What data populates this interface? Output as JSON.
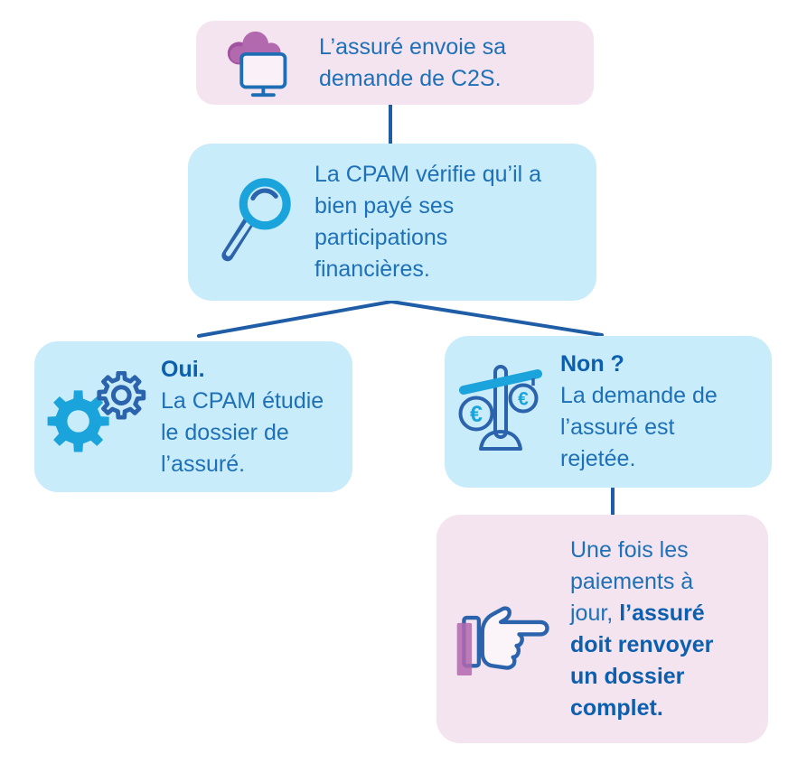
{
  "flow": {
    "nodes": [
      {
        "id": "send-request",
        "variant": "pink",
        "icon": "cloud-computer-icon",
        "label": "L’assuré envoie sa demande de C2S."
      },
      {
        "id": "cpam-verify",
        "variant": "blue",
        "icon": "magnifier-icon",
        "label": "La CPAM vérifie qu’il a bien payé ses participations financières."
      },
      {
        "id": "yes-branch",
        "variant": "blue",
        "icon": "gears-icon",
        "lead": "Oui.",
        "label": "La CPAM étudie le dossier de l’assuré."
      },
      {
        "id": "no-branch",
        "variant": "blue",
        "icon": "scales-euros-icon",
        "lead": "Non ?",
        "label": "La demande de l’assuré est rejetée."
      },
      {
        "id": "resend-file",
        "variant": "pink",
        "icon": "pointing-hand-icon",
        "label_normal": "Une fois les paiements à jour, ",
        "label_bold": "l’assuré doit renvoyer un dossier complet."
      }
    ],
    "connectors": [
      {
        "from": "send-request",
        "to": "cpam-verify"
      },
      {
        "from": "cpam-verify",
        "to": "yes-branch"
      },
      {
        "from": "cpam-verify",
        "to": "no-branch"
      },
      {
        "from": "no-branch",
        "to": "resend-file"
      }
    ],
    "euro_symbol": "€",
    "colors": {
      "background": "#ffffff",
      "blue_box": "#c8ecfa",
      "pink_box": "#f4e4ef",
      "text_blue": "#1e70b8",
      "text_blue_bold": "#0c5fae",
      "accent_cyan": "#1ba4dc",
      "icon_dark_blue": "#2b63ad",
      "icon_purple": "#b269ae",
      "connector_blue": "#1f5ea7"
    }
  }
}
